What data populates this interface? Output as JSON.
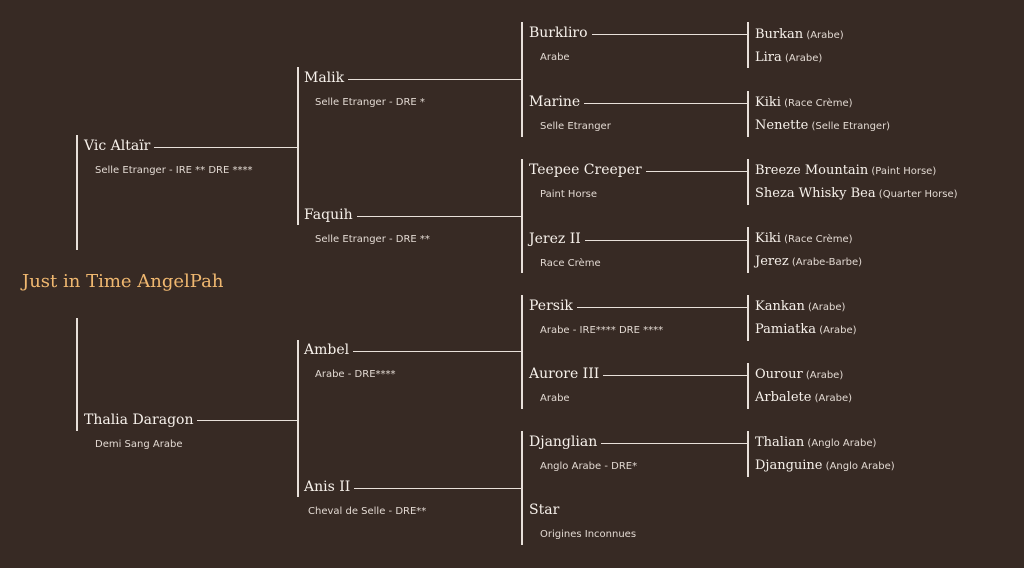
{
  "subject": "Just in Time AngelPah",
  "colors": {
    "background": "#372a24",
    "subject": "#f0b870",
    "text": "#f6f0ea",
    "line": "#e8e0da"
  },
  "parents": [
    {
      "name": "Vic Altaïr",
      "info": "Selle Etranger - IRE **  DRE ****"
    },
    {
      "name": "Thalia Daragon",
      "info": "Demi Sang Arabe"
    }
  ],
  "grandparents": [
    {
      "name": "Malik",
      "info": "Selle Etranger - DRE *"
    },
    {
      "name": "Faquih",
      "info": "Selle Etranger - DRE **"
    },
    {
      "name": "Ambel",
      "info": "Arabe - DRE****"
    },
    {
      "name": "Anis II",
      "info": "Cheval de Selle - DRE**"
    }
  ],
  "great_grandparents": [
    {
      "name": "Burkliro",
      "info": "Arabe"
    },
    {
      "name": "Marine",
      "info": "Selle Etranger"
    },
    {
      "name": "Teepee Creeper",
      "info": "Paint Horse"
    },
    {
      "name": "Jerez II",
      "info": "Race Crème"
    },
    {
      "name": "Persik",
      "info": "Arabe - IRE**** DRE ****"
    },
    {
      "name": "Aurore III",
      "info": "Arabe"
    },
    {
      "name": "Djanglian",
      "info": "Anglo Arabe - DRE*"
    },
    {
      "name": "Star",
      "info": "Origines Inconnues"
    }
  ],
  "great_great_grandparents": [
    {
      "name": "Burkan",
      "breed": "(Arabe)"
    },
    {
      "name": "Lira",
      "breed": "(Arabe)"
    },
    {
      "name": "Kiki",
      "breed": "(Race Crème)"
    },
    {
      "name": "Nenette",
      "breed": "(Selle Etranger)"
    },
    {
      "name": "Breeze Mountain",
      "breed": "(Paint Horse)"
    },
    {
      "name": "Sheza Whisky Bea",
      "breed": "(Quarter Horse)"
    },
    {
      "name": "Kiki",
      "breed": "(Race Crème)"
    },
    {
      "name": "Jerez",
      "breed": "(Arabe-Barbe)"
    },
    {
      "name": "Kankan",
      "breed": "(Arabe)"
    },
    {
      "name": "Pamiatka",
      "breed": "(Arabe)"
    },
    {
      "name": "Ourour",
      "breed": "(Arabe)"
    },
    {
      "name": "Arbalete",
      "breed": "(Arabe)"
    },
    {
      "name": "Thalian",
      "breed": "(Anglo Arabe)"
    },
    {
      "name": "Djanguine",
      "breed": "(Anglo Arabe)"
    },
    {
      "name": "",
      "breed": ""
    },
    {
      "name": "",
      "breed": ""
    }
  ]
}
